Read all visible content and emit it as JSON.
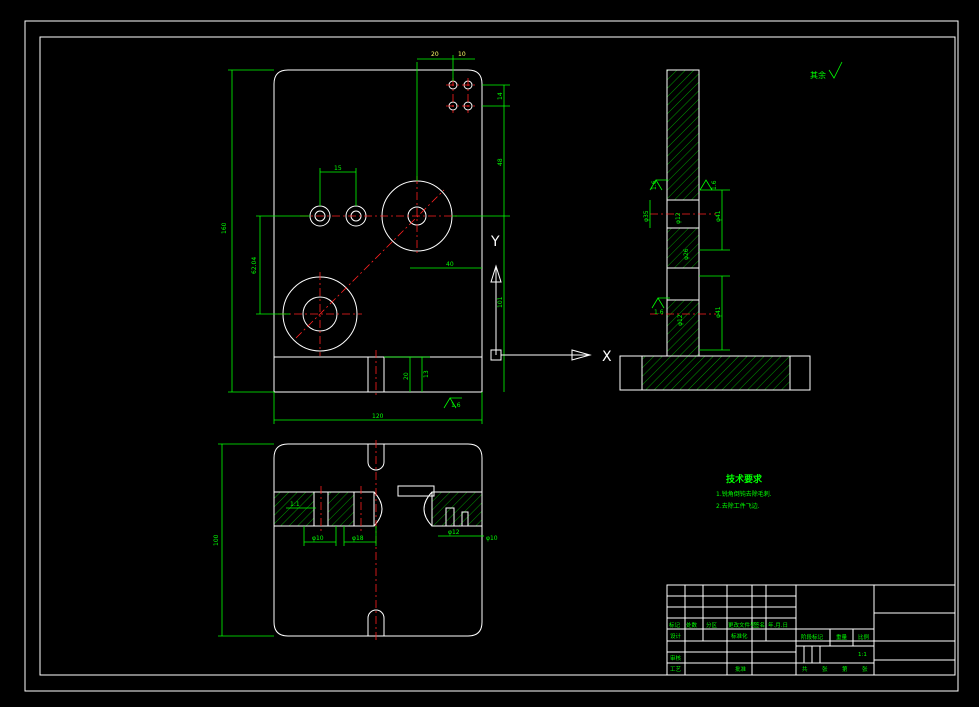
{
  "drawing": {
    "roughness_note": "其余",
    "axis_labels": {
      "x": "X",
      "y": "Y"
    },
    "dims_top_view": {
      "top_a": "20",
      "top_b": "10",
      "right_small": "14",
      "right_mid": "48",
      "right_big": "101",
      "left_height": "160",
      "hole_pitch": "15",
      "left_lower": "62.04",
      "bottom_width": "120",
      "slot_a": "20",
      "slot_b": "13",
      "mid_r": "40",
      "roughness_bottom": "1.6"
    },
    "dims_section": {
      "r1": "1.6",
      "r2": "1.6",
      "r3": "1.6",
      "d1": "φ41",
      "d2": "φ41",
      "d3": "φ35",
      "d4": "φ26",
      "d5": "φ12",
      "d6": "φ12"
    },
    "dims_bottom_view": {
      "height": "100",
      "w1": "φ10",
      "w2": "φ18",
      "w3": "φ12",
      "w4": "φ10",
      "h1": "1:1"
    },
    "tech_requirements": {
      "heading": "技术要求",
      "items": [
        "1.锐角倒钝去除毛刺.",
        "2.去除工件飞边."
      ]
    },
    "title_block": {
      "row_labels": [
        "标记",
        "处数",
        "分区",
        "更改文件号",
        "签名",
        "年.月.日"
      ],
      "design": "设计",
      "standard": "标准化",
      "review": "审核",
      "process": "工艺",
      "approve": "批准",
      "stage_mark": "阶段标记",
      "weight": "重量",
      "scale": "比例",
      "scale_value": "1:1",
      "sheets": [
        "共",
        "张",
        "第",
        "张"
      ]
    }
  }
}
